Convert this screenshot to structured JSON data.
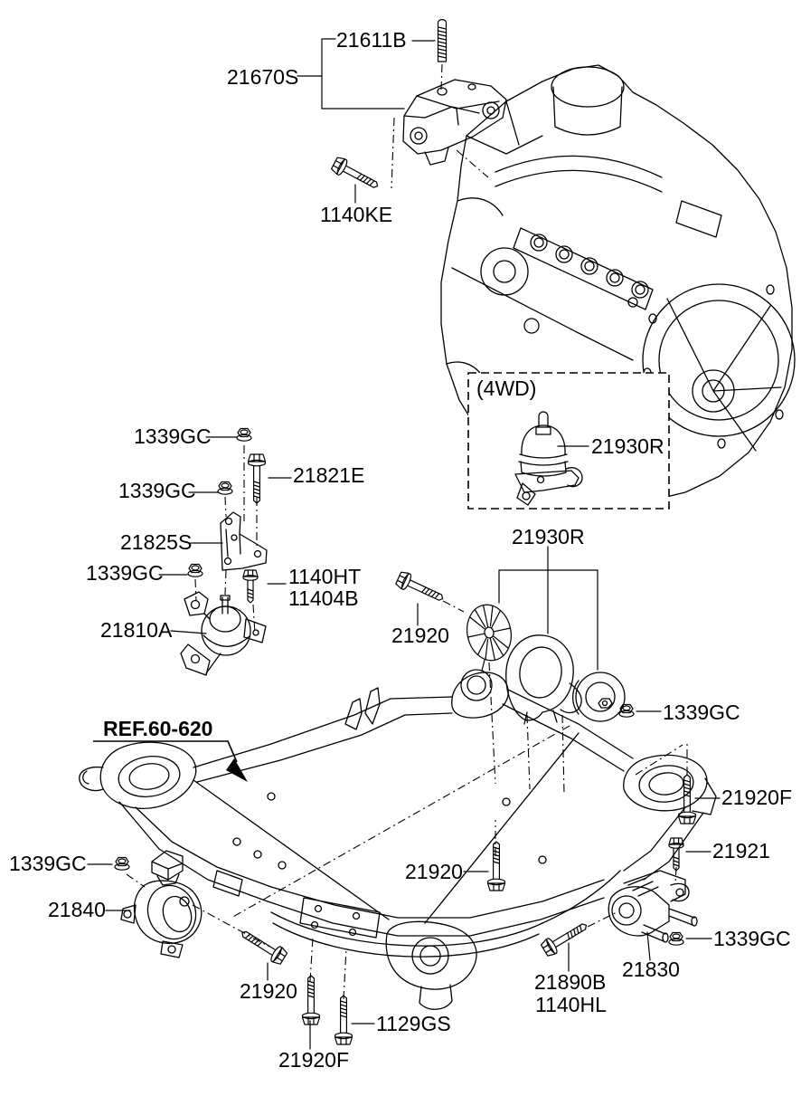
{
  "page": {
    "background": "#ffffff",
    "ink": "#000000"
  },
  "figure": {
    "kind": "exploded-parts-diagram",
    "subject": "engine and transaxle mounting"
  },
  "group_box": {
    "label": "(4WD)"
  },
  "ref_callout": {
    "text": "REF.60-620"
  },
  "callouts": [
    {
      "text": "21611B"
    },
    {
      "text": "21670S"
    },
    {
      "text": "1140KE"
    },
    {
      "text": "21930R"
    },
    {
      "text": "1339GC"
    },
    {
      "text": "21821E"
    },
    {
      "text": "1339GC"
    },
    {
      "text": "21825S"
    },
    {
      "text": "1339GC"
    },
    {
      "text": "1140HT"
    },
    {
      "text": "11404B"
    },
    {
      "text": "21810A"
    },
    {
      "text": "21930R"
    },
    {
      "text": "21920"
    },
    {
      "text": "1339GC"
    },
    {
      "text": "21920F"
    },
    {
      "text": "21921"
    },
    {
      "text": "1339GC"
    },
    {
      "text": "21840"
    },
    {
      "text": "21920"
    },
    {
      "text": "1339GC"
    },
    {
      "text": "21830"
    },
    {
      "text": "21890B"
    },
    {
      "text": "1140HL"
    },
    {
      "text": "21920"
    },
    {
      "text": "1129GS"
    },
    {
      "text": "21920F"
    }
  ]
}
